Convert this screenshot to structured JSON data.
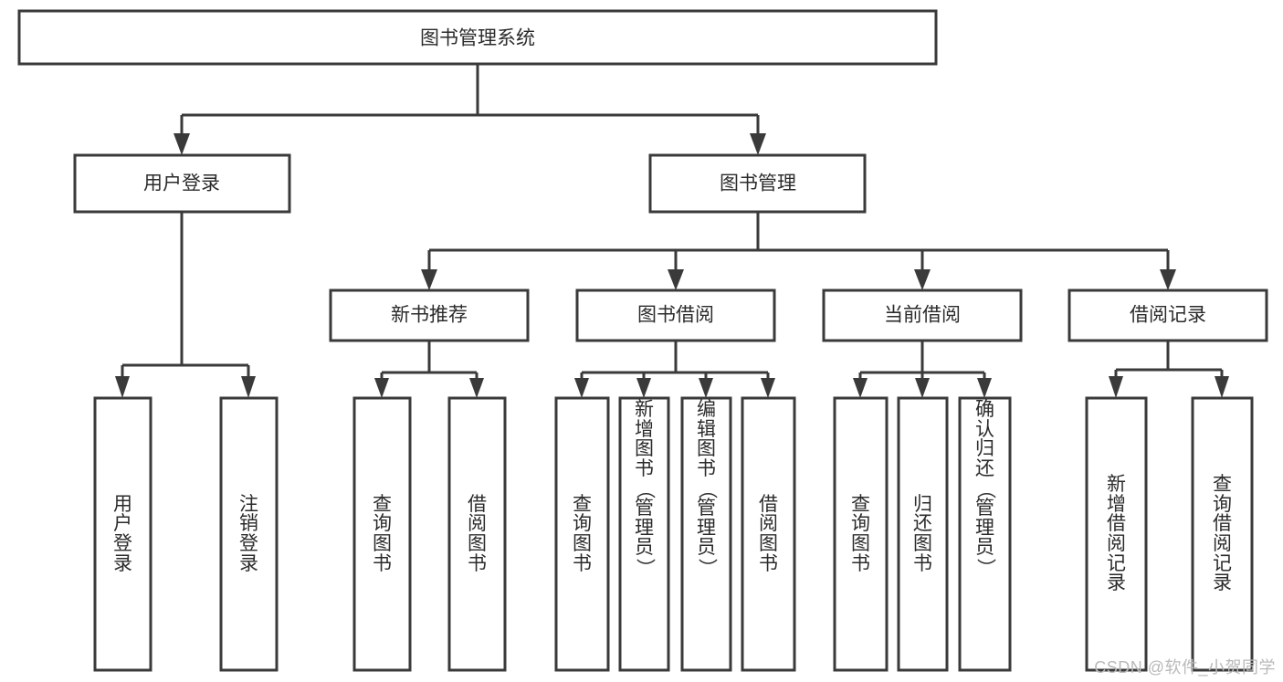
{
  "title": "图书管理系统",
  "watermark": "CSDN @软件_小贺同学",
  "colors": {
    "stroke": "#3a3a3a",
    "box_fill": "#ffffff",
    "text": "#2b2b2b",
    "background": "#ffffff",
    "watermark": "#b9b9b9"
  },
  "chart_data": {
    "type": "diagram",
    "diagram_kind": "tree-hierarchy",
    "orientation": "top-down",
    "title": "图书管理系统",
    "levels": 4,
    "nodes": [
      {
        "id": "root",
        "label": "图书管理系统",
        "level": 0,
        "parent": null,
        "orientation": "horizontal"
      },
      {
        "id": "login",
        "label": "用户登录",
        "level": 1,
        "parent": "root",
        "orientation": "horizontal"
      },
      {
        "id": "bookmgmt",
        "label": "图书管理",
        "level": 1,
        "parent": "root",
        "orientation": "horizontal"
      },
      {
        "id": "newbook",
        "label": "新书推荐",
        "level": 2,
        "parent": "bookmgmt",
        "orientation": "horizontal"
      },
      {
        "id": "borrow",
        "label": "图书借阅",
        "level": 2,
        "parent": "bookmgmt",
        "orientation": "horizontal"
      },
      {
        "id": "current",
        "label": "当前借阅",
        "level": 2,
        "parent": "bookmgmt",
        "orientation": "horizontal"
      },
      {
        "id": "records",
        "label": "借阅记录",
        "level": 2,
        "parent": "bookmgmt",
        "orientation": "horizontal"
      },
      {
        "id": "leaf-user-login",
        "label": "用户登录",
        "level": 2,
        "parent": "login",
        "orientation": "vertical"
      },
      {
        "id": "leaf-user-logout",
        "label": "注销登录",
        "level": 2,
        "parent": "login",
        "orientation": "vertical"
      },
      {
        "id": "leaf-query-book-1",
        "label": "查询图书",
        "level": 3,
        "parent": "newbook",
        "orientation": "vertical"
      },
      {
        "id": "leaf-borrow-book-1",
        "label": "借阅图书",
        "level": 3,
        "parent": "newbook",
        "orientation": "vertical"
      },
      {
        "id": "leaf-query-book-2",
        "label": "查询图书",
        "level": 3,
        "parent": "borrow",
        "orientation": "vertical"
      },
      {
        "id": "leaf-add-book",
        "label": "新增图书（管理员）",
        "level": 3,
        "parent": "borrow",
        "orientation": "vertical"
      },
      {
        "id": "leaf-edit-book",
        "label": "编辑图书（管理员）",
        "level": 3,
        "parent": "borrow",
        "orientation": "vertical"
      },
      {
        "id": "leaf-borrow-book-2",
        "label": "借阅图书",
        "level": 3,
        "parent": "borrow",
        "orientation": "vertical"
      },
      {
        "id": "leaf-query-book-3",
        "label": "查询图书",
        "level": 3,
        "parent": "current",
        "orientation": "vertical"
      },
      {
        "id": "leaf-return-book",
        "label": "归还图书",
        "level": 3,
        "parent": "current",
        "orientation": "vertical"
      },
      {
        "id": "leaf-confirm-return",
        "label": "确认归还（管理员）",
        "level": 3,
        "parent": "current",
        "orientation": "vertical"
      },
      {
        "id": "leaf-add-record",
        "label": "新增借阅记录",
        "level": 3,
        "parent": "records",
        "orientation": "vertical"
      },
      {
        "id": "leaf-query-record",
        "label": "查询借阅记录",
        "level": 3,
        "parent": "records",
        "orientation": "vertical"
      }
    ],
    "edges": [
      {
        "from": "root",
        "to": "login"
      },
      {
        "from": "root",
        "to": "bookmgmt"
      },
      {
        "from": "login",
        "to": "leaf-user-login"
      },
      {
        "from": "login",
        "to": "leaf-user-logout"
      },
      {
        "from": "bookmgmt",
        "to": "newbook"
      },
      {
        "from": "bookmgmt",
        "to": "borrow"
      },
      {
        "from": "bookmgmt",
        "to": "current"
      },
      {
        "from": "bookmgmt",
        "to": "records"
      },
      {
        "from": "newbook",
        "to": "leaf-query-book-1"
      },
      {
        "from": "newbook",
        "to": "leaf-borrow-book-1"
      },
      {
        "from": "borrow",
        "to": "leaf-query-book-2"
      },
      {
        "from": "borrow",
        "to": "leaf-add-book"
      },
      {
        "from": "borrow",
        "to": "leaf-edit-book"
      },
      {
        "from": "borrow",
        "to": "leaf-borrow-book-2"
      },
      {
        "from": "current",
        "to": "leaf-query-book-3"
      },
      {
        "from": "current",
        "to": "leaf-return-book"
      },
      {
        "from": "current",
        "to": "leaf-confirm-return"
      },
      {
        "from": "records",
        "to": "leaf-add-record"
      },
      {
        "from": "records",
        "to": "leaf-query-record"
      }
    ]
  },
  "labels": {
    "root": "图书管理系统",
    "login": "用户登录",
    "bookmgmt": "图书管理",
    "newbook": "新书推荐",
    "borrow": "图书借阅",
    "current": "当前借阅",
    "records": "借阅记录",
    "leaf_user_login": "用户登录",
    "leaf_user_logout": "注销登录",
    "leaf_query_book_1": "查询图书",
    "leaf_borrow_book_1": "借阅图书",
    "leaf_query_book_2": "查询图书",
    "leaf_add_book": "新增图书（管理员）",
    "leaf_edit_book": "编辑图书（管理员）",
    "leaf_borrow_book_2": "借阅图书",
    "leaf_query_book_3": "查询图书",
    "leaf_return_book": "归还图书",
    "leaf_confirm_return": "确认归还（管理员）",
    "leaf_add_record": "新增借阅记录",
    "leaf_query_record": "查询借阅记录"
  }
}
